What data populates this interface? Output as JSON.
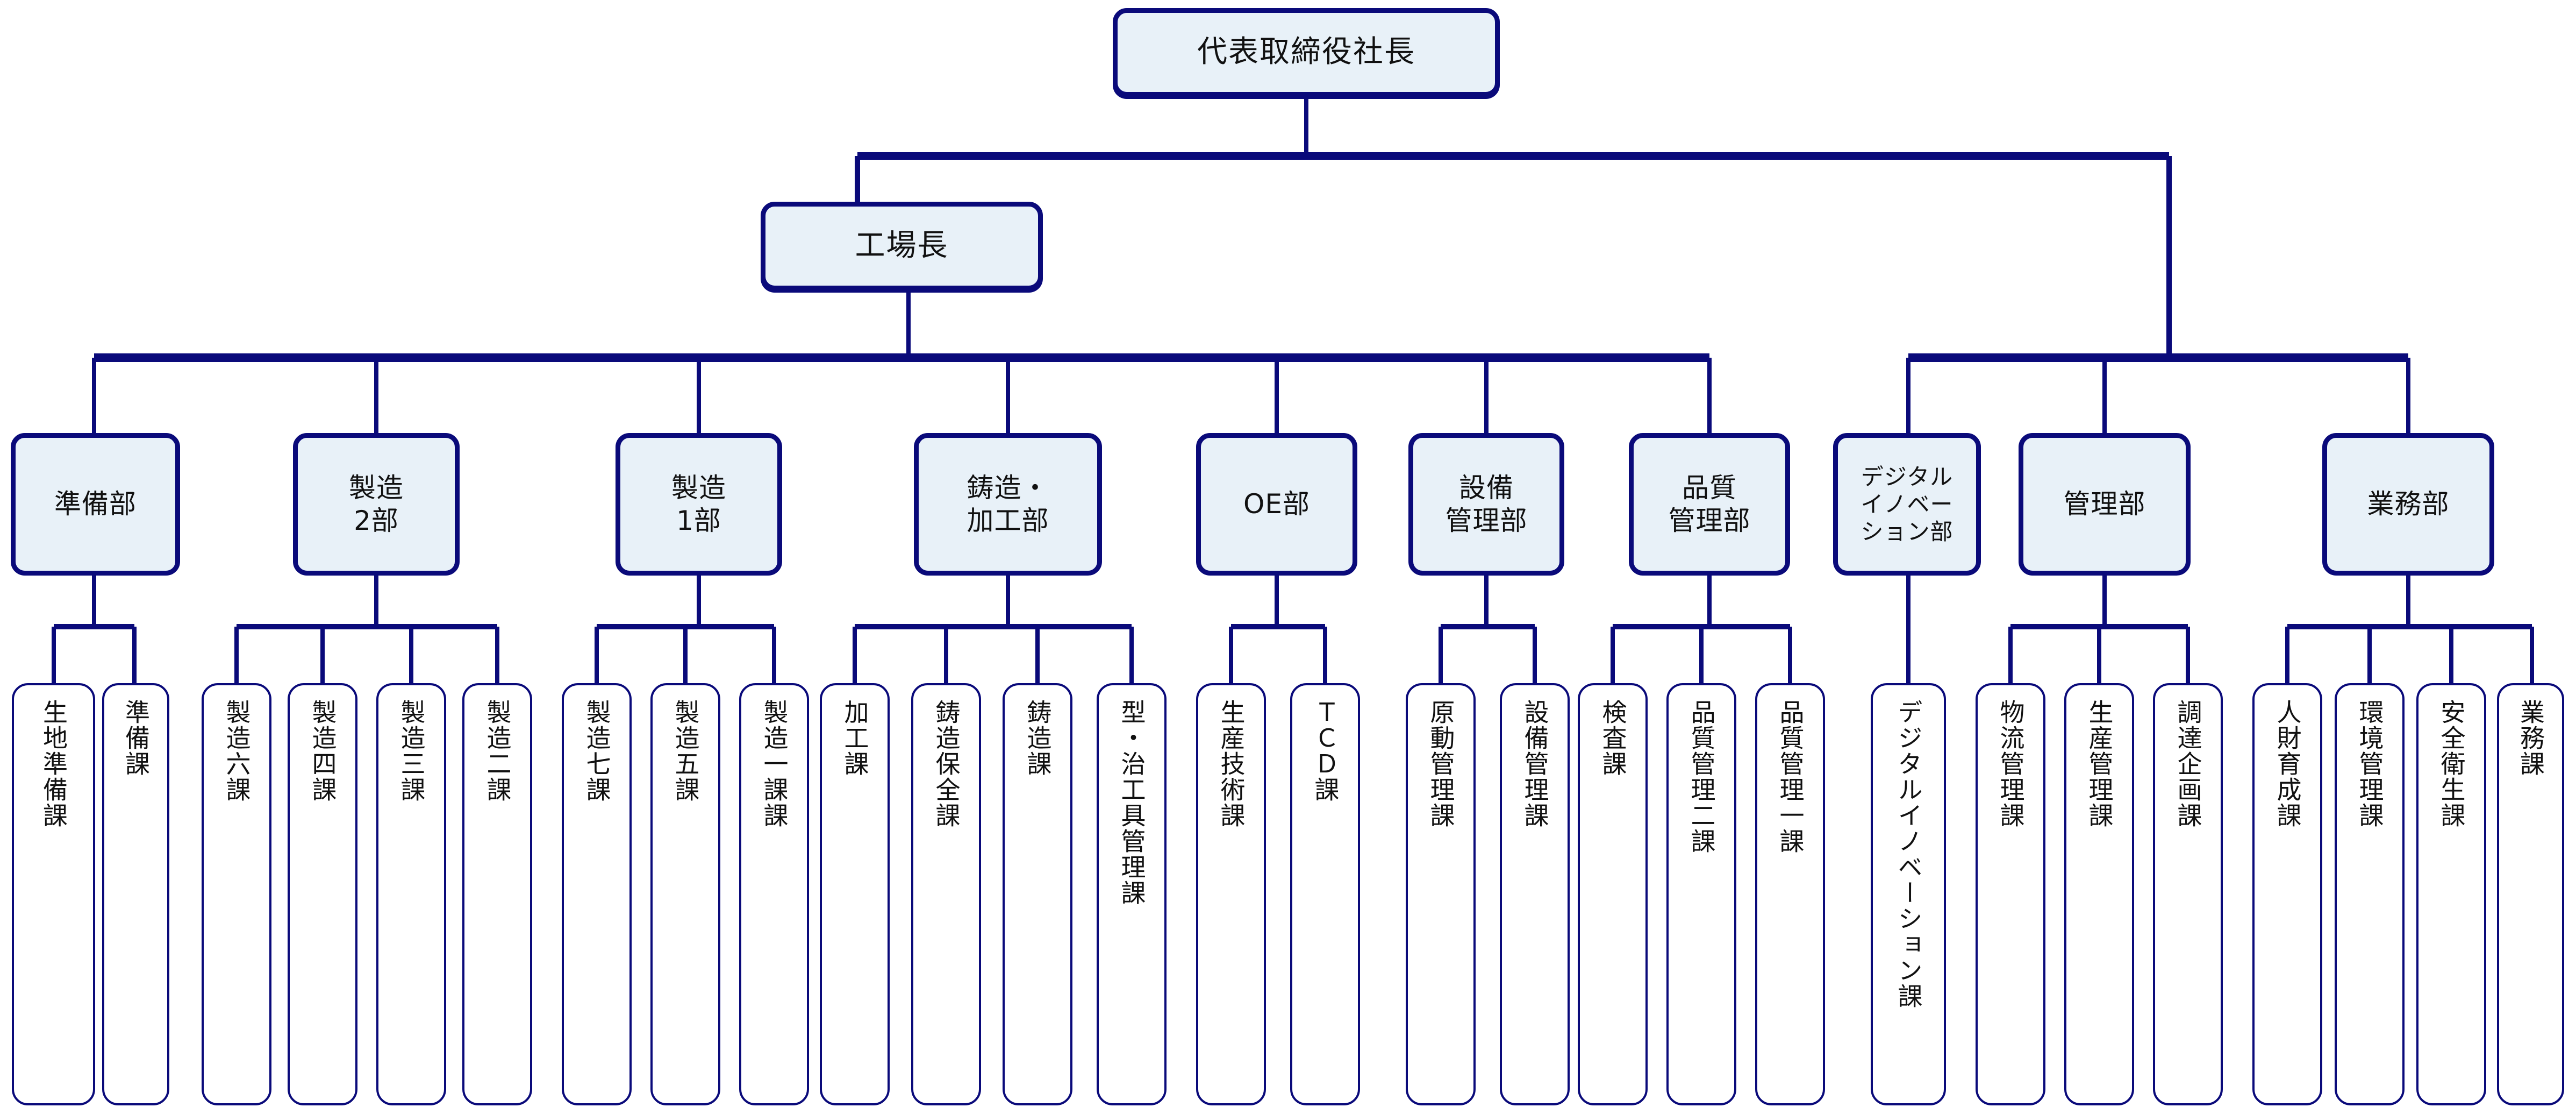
{
  "chart_type": "organization-chart",
  "language": "ja",
  "colors": {
    "box_fill": "#e8f1f8",
    "leaf_fill": "#ffffff",
    "border": "#0a0a7a",
    "connector": "#0a0a7a",
    "text": "#111111",
    "background": "#ffffff"
  },
  "root": {
    "label": "代表取締役社長"
  },
  "factory": {
    "label": "工場長"
  },
  "departments": [
    {
      "id": "junbi",
      "label": "準備部",
      "label_lines": "準備部"
    },
    {
      "id": "seizo2",
      "label": "製造2部",
      "label_lines": "製造\n2部"
    },
    {
      "id": "seizo1",
      "label": "製造1部",
      "label_lines": "製造\n1部"
    },
    {
      "id": "chuzo",
      "label": "鋳造・加工部",
      "label_lines": "鋳造・\n加工部"
    },
    {
      "id": "oe",
      "label": "OE部",
      "label_lines": "OE部"
    },
    {
      "id": "setsubi",
      "label": "設備管理部",
      "label_lines": "設備\n管理部"
    },
    {
      "id": "hinshitsu",
      "label": "品質管理部",
      "label_lines": "品質\n管理部"
    },
    {
      "id": "digital",
      "label": "デジタルイノベーション部",
      "label_lines": "デジタル\nイノベー\nション部"
    },
    {
      "id": "kanri",
      "label": "管理部",
      "label_lines": "管理部"
    },
    {
      "id": "gyomu",
      "label": "業務部",
      "label_lines": "業務部"
    }
  ],
  "sections": {
    "junbi": [
      "生地準備課",
      "準備課"
    ],
    "seizo2": [
      "製造六課",
      "製造四課",
      "製造三課",
      "製造二課"
    ],
    "seizo1": [
      "製造七課",
      "製造五課",
      "製造一課課"
    ],
    "chuzo": [
      "加工課",
      "鋳造保全課",
      "鋳造課",
      "型・治工具管理課"
    ],
    "oe": [
      "生産技術課",
      "ＴＣＤ課"
    ],
    "setsubi": [
      "原動管理課",
      "設備管理課"
    ],
    "hinshitsu": [
      "検査課",
      "品質管理二課",
      "品質管理一課"
    ],
    "digital": [
      "デジタルイノベーション課"
    ],
    "kanri": [
      "物流管理課",
      "生産管理課",
      "調達企画課"
    ],
    "gyomu": [
      "人財育成課",
      "環境管理課",
      "安全衛生課",
      "業務課"
    ]
  }
}
